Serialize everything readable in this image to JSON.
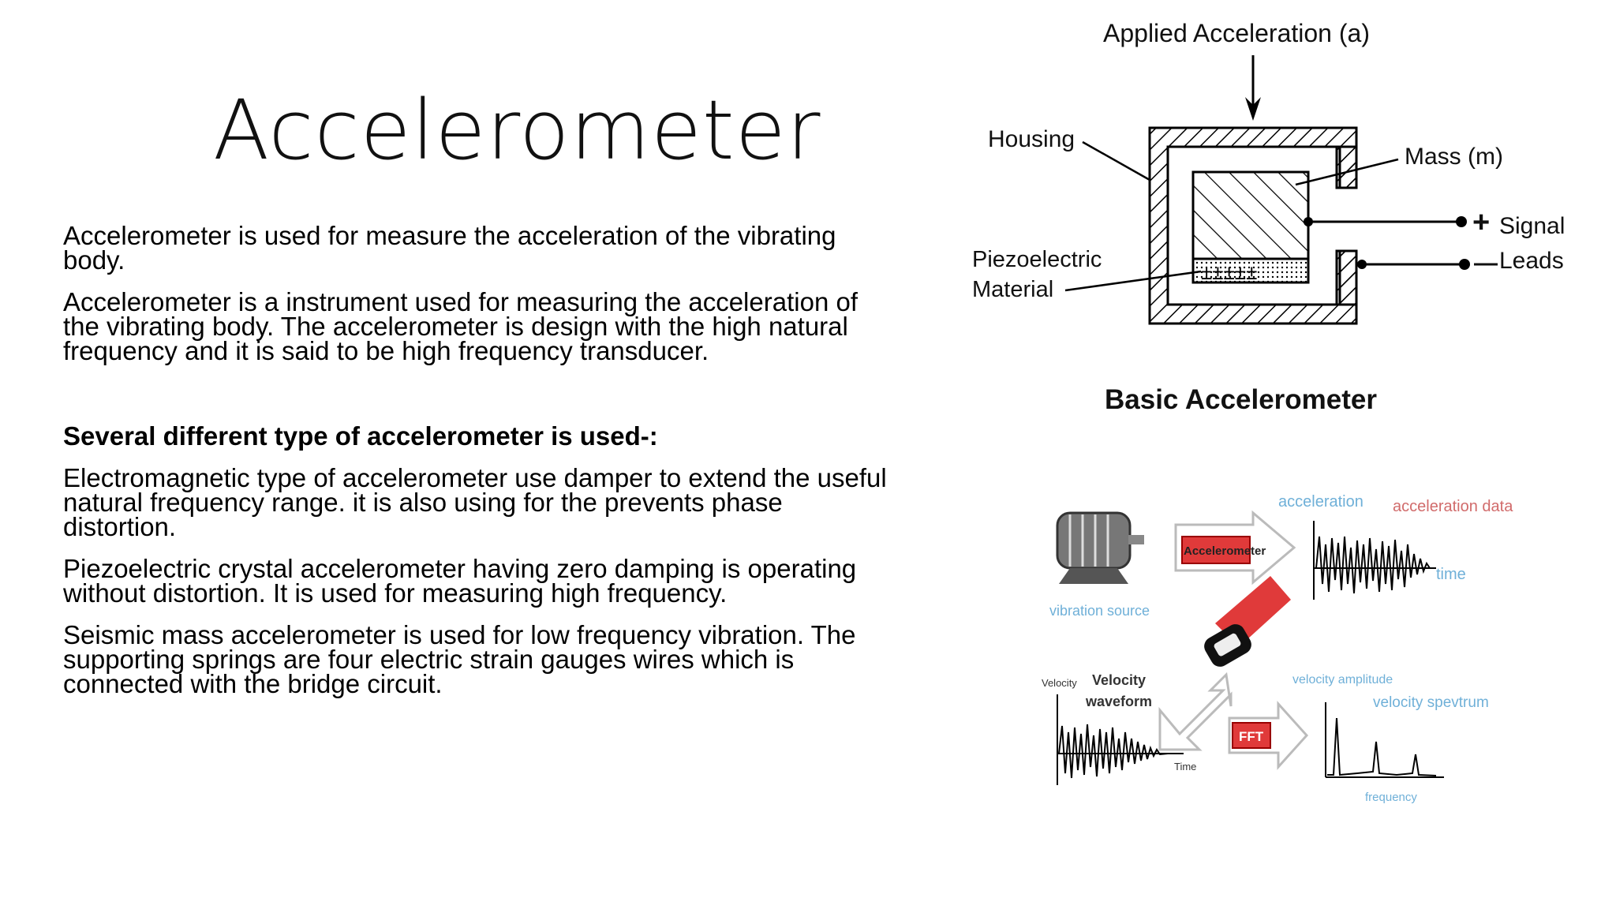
{
  "slide": {
    "title": "Accelerometer",
    "paragraphs": [
      "Accelerometer is used for measure the acceleration of the vibrating body.",
      "Accelerometer is a instrument used for measuring the acceleration of the vibrating body. The accelerometer is design with the high natural frequency and it is said to be high frequency transducer."
    ],
    "section_heading": "Several different type of accelerometer is used-:",
    "types": [
      "Electromagnetic type of accelerometer use damper to extend the useful natural frequency range. it is also using for the prevents phase distortion.",
      "Piezoelectric crystal accelerometer having zero damping is operating without distortion. It is used for measuring high frequency.",
      "Seismic mass accelerometer is used for low frequency vibration. The supporting springs are four electric strain gauges wires which is connected with the bridge circuit."
    ]
  },
  "diagram_basic": {
    "applied_label": "Applied Acceleration (a)",
    "housing_label": "Housing",
    "mass_label": "Mass (m)",
    "piezo_label_1": "Piezoelectric",
    "piezo_label_2": "Material",
    "signal_plus": "+",
    "signal_label": "Signal",
    "signal_minus": "—",
    "leads_label": "Leads",
    "caption": "Basic Accelerometer"
  },
  "diagram_flow": {
    "vibration_source": "vibration source",
    "accelerometer_box": "Accelerometer",
    "acceleration_label": "acceleration",
    "acceleration_data": "acceleration data",
    "time_label": "time",
    "velocity_axis": "Velocity",
    "velocity_waveform_1": "Velocity",
    "velocity_waveform_2": "waveform",
    "time_axis": "Time",
    "fft_box": "FFT",
    "velocity_amplitude": "velocity amplitude",
    "velocity_spectrum": "velocity spevtrum",
    "frequency_axis": "frequency"
  },
  "colors": {
    "accent_red": "#e03a3a",
    "label_blue": "#6fb0d8",
    "label_red": "#d16b6b"
  }
}
